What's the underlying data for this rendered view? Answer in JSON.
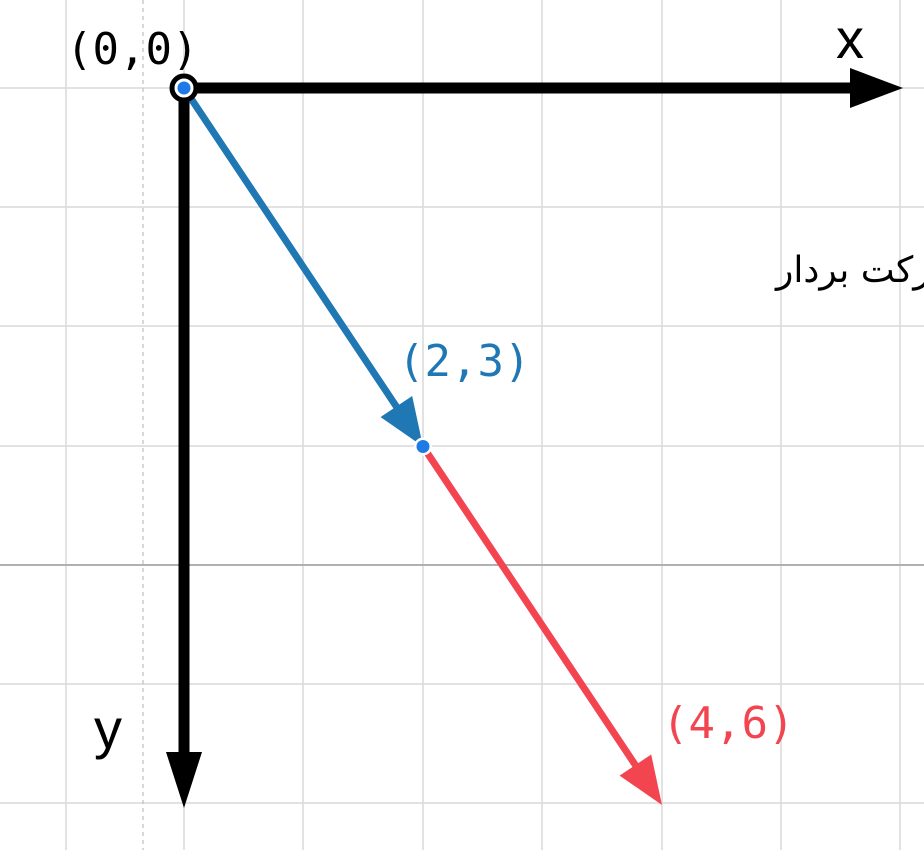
{
  "diagram": {
    "grid_spacing_units": 1,
    "axes": {
      "x_label": "x",
      "y_label": "y"
    },
    "points": [
      {
        "id": "origin",
        "label": "(0,0)",
        "x": 0,
        "y": 0,
        "color": "#000000"
      },
      {
        "id": "p1",
        "label": "(2,3)",
        "x": 2,
        "y": 3,
        "color": "#1f78b4"
      },
      {
        "id": "p2",
        "label": "(4,6)",
        "x": 4,
        "y": 6,
        "color": "#f2454f"
      }
    ],
    "vectors": [
      {
        "id": "v1",
        "from": [
          0,
          0
        ],
        "to": [
          2,
          3
        ],
        "color": "#1f78b4"
      },
      {
        "id": "v2",
        "from": [
          2,
          3
        ],
        "to": [
          4,
          6
        ],
        "color": "#f2454f"
      }
    ],
    "caption": "حرکت بردار",
    "colors": {
      "grid": "#d9d9d9",
      "grid_major": "#b0b0b0",
      "axis": "#000000",
      "dot_fill": "#1e7be6"
    }
  }
}
